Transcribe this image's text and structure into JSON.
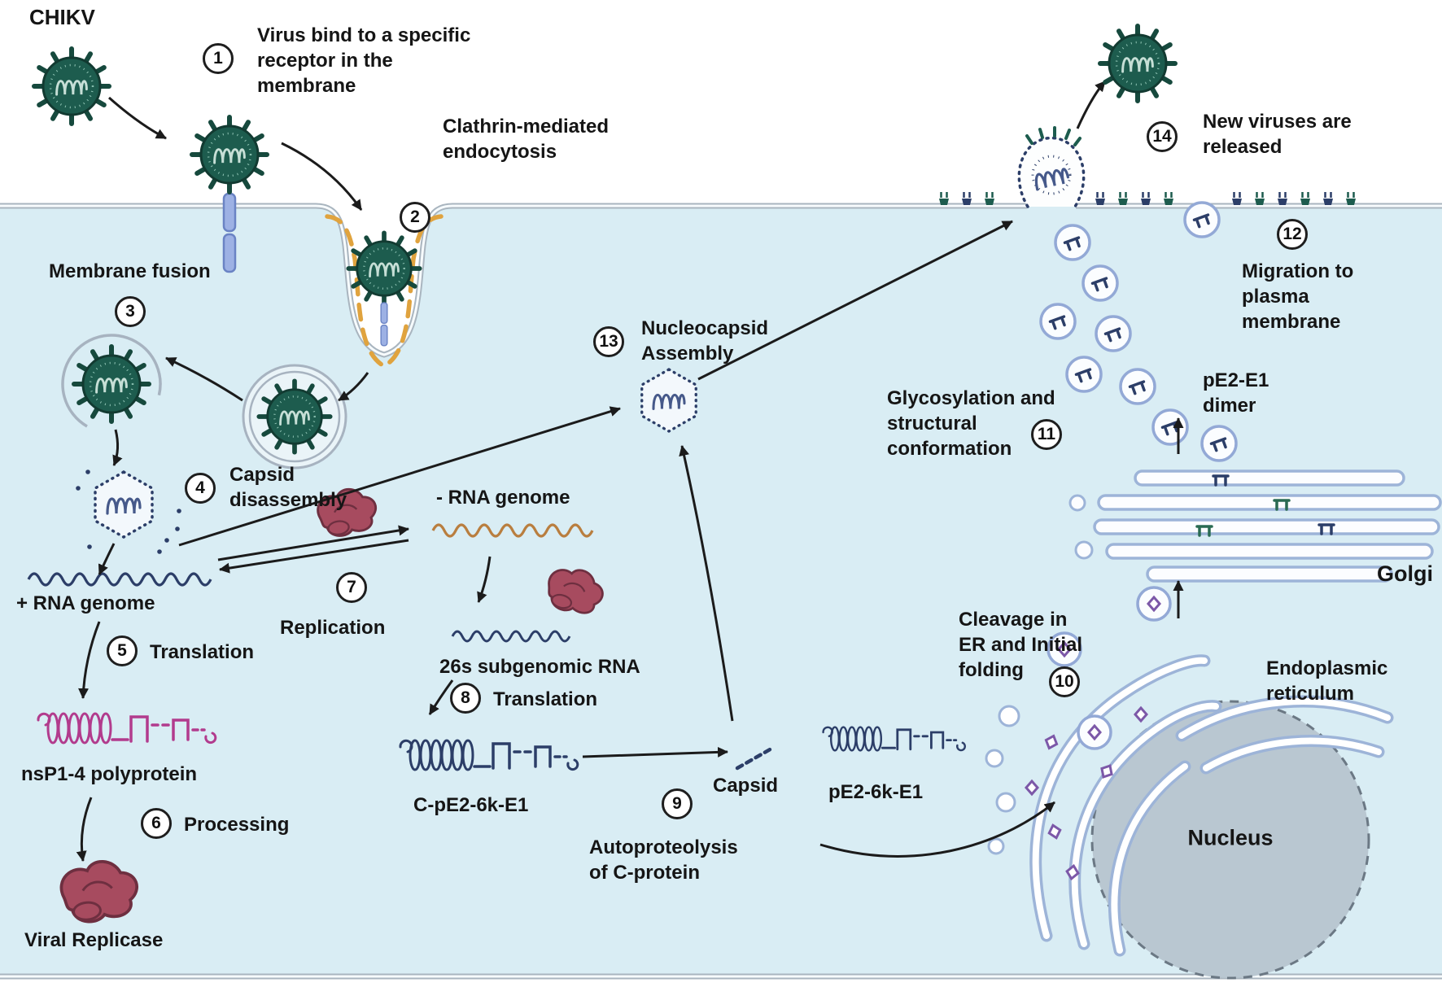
{
  "diagram_title": "CHIKV",
  "steps": [
    {
      "num": "1",
      "label": "Virus bind to a specific\nreceptor in the\nmembrane"
    },
    {
      "num": "2",
      "label": "Clathrin-mediated\nendocytosis"
    },
    {
      "num": "3",
      "label": "Membrane fusion"
    },
    {
      "num": "4",
      "label": "Capsid\ndisassembly"
    },
    {
      "num": "5",
      "label": "Translation"
    },
    {
      "num": "6",
      "label": "Processing"
    },
    {
      "num": "7",
      "label": "Replication"
    },
    {
      "num": "8",
      "label": "Translation"
    },
    {
      "num": "9",
      "label": "Autoproteolysis\nof C-protein"
    },
    {
      "num": "10",
      "label": "Cleavage in\nER and Initial\nfolding"
    },
    {
      "num": "11",
      "label": "Glycosylation and\nstructural\nconformation"
    },
    {
      "num": "12",
      "label": "Migration to\nplasma\nmembrane"
    },
    {
      "num": "13",
      "label": "Nucleocapsid\nAssembly"
    },
    {
      "num": "14",
      "label": "New viruses are\nreleased"
    }
  ],
  "molecules": {
    "plus_rna": "+ RNA genome",
    "minus_rna": "- RNA genome",
    "subgenomic_rna": "26s subgenomic RNA",
    "nsp_polyprotein": "nsP1-4 polyprotein",
    "viral_replicase": "Viral Replicase",
    "c_pe2_6k_e1": "C-pE2-6k-E1",
    "capsid": "Capsid",
    "pe2_6k_e1": "pE2-6k-E1",
    "pe2_e1_dimer": "pE2-E1\ndimer"
  },
  "organelles": {
    "golgi": "Golgi",
    "er": "Endoplasmic\nreticulum",
    "nucleus": "Nucleus"
  },
  "colors": {
    "cell_fill": "#d9edf4",
    "membrane_gray": "#a9b5bf",
    "virus_green": "#1d5c4e",
    "clathrin_yellow": "#e0a33e",
    "rna_navy": "#2c3e68",
    "minus_rna_orange": "#b97e3f",
    "replicase_red": "#a74b5f",
    "nsp_magenta": "#b23b8d",
    "organelle_blue": "#9db4d8",
    "nucleus_fill": "#b9c7d1",
    "receptor_blue": "#9db1e4",
    "protein_purple": "#7c58a8"
  }
}
